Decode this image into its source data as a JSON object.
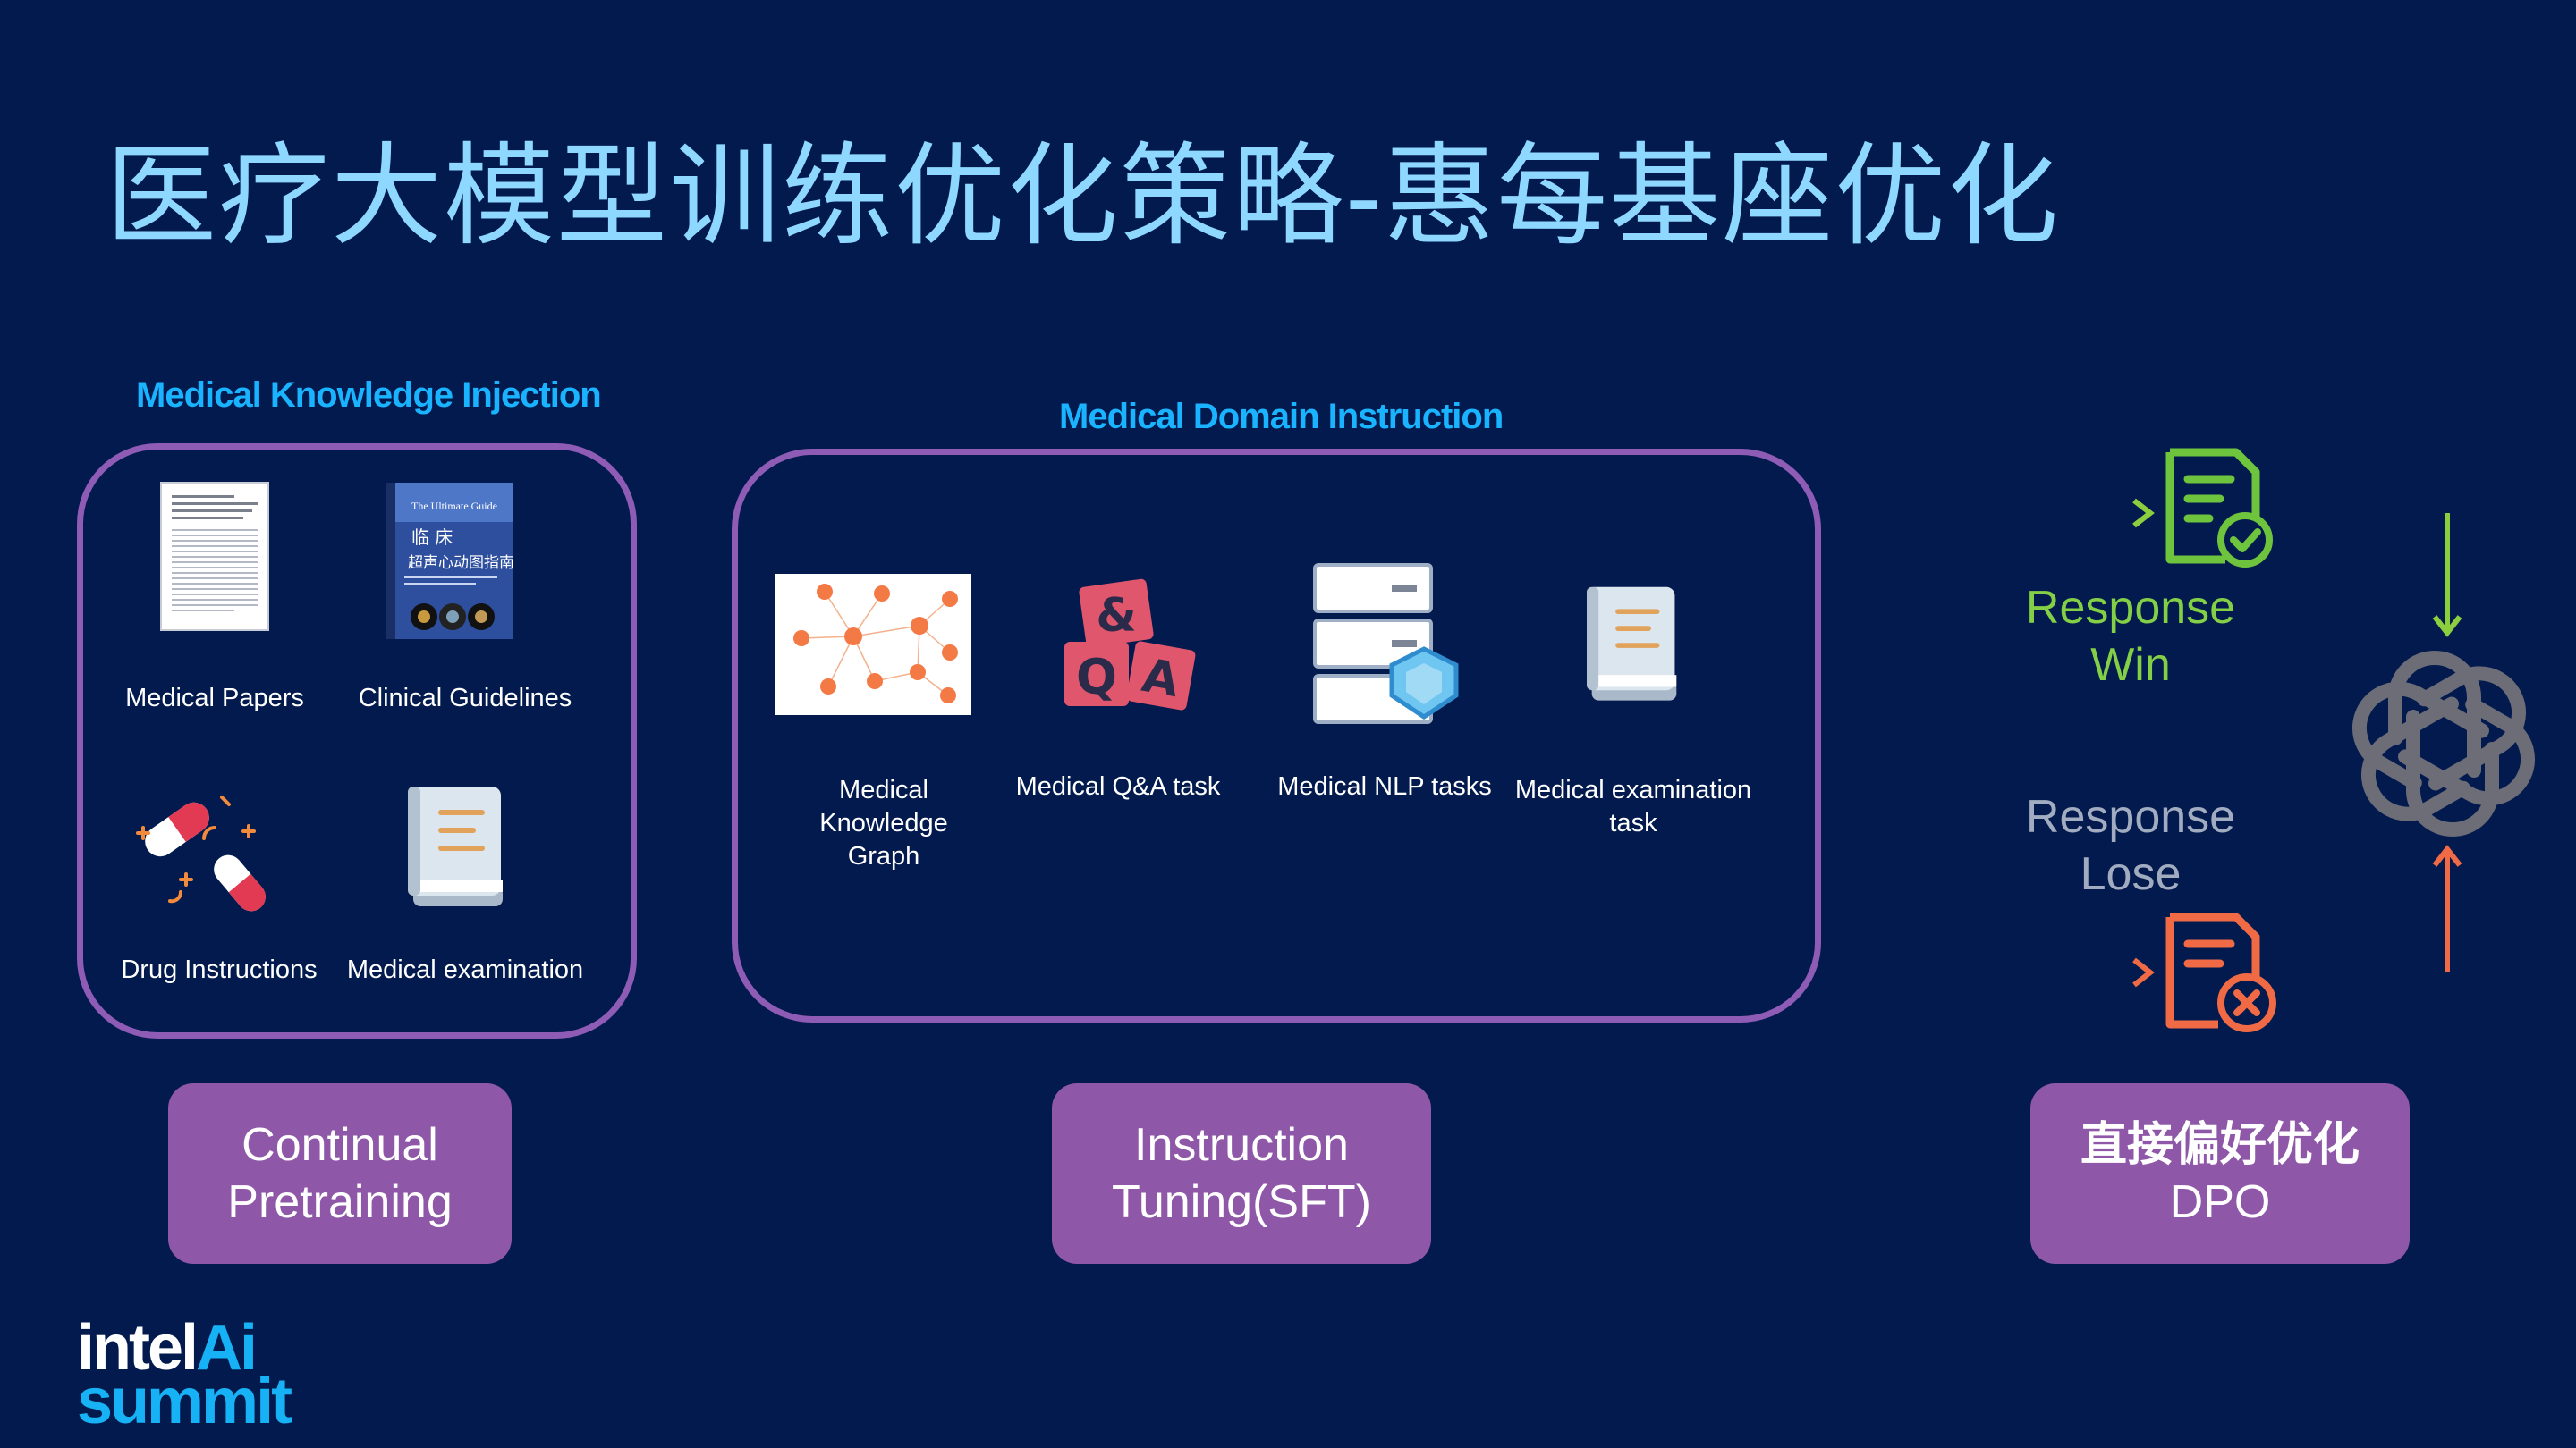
{
  "title": "医疗大模型训练优化策略-惠每基座优化",
  "sections": {
    "knowledge": {
      "label": "Medical Knowledge Injection",
      "items": [
        {
          "label": "Medical Papers",
          "icon": "paper-document-icon"
        },
        {
          "label": "Clinical Guidelines",
          "icon": "guideline-book-icon"
        },
        {
          "label": "Drug Instructions",
          "icon": "pills-icon"
        },
        {
          "label": "Medical examination",
          "icon": "book-icon"
        }
      ]
    },
    "instruction": {
      "label": "Medical Domain Instruction",
      "items": [
        {
          "label": "Medical Knowledge Graph",
          "lines": [
            "Medical",
            "Knowledge",
            "Graph"
          ],
          "icon": "knowledge-graph-icon"
        },
        {
          "label": "Medical Q&A task",
          "icon": "qa-blocks-icon"
        },
        {
          "label": "Medical NLP  tasks",
          "icon": "server-shield-icon"
        },
        {
          "label": "Medical examination task",
          "lines": [
            "Medical examination",
            "task"
          ],
          "icon": "book-icon"
        }
      ]
    }
  },
  "book_cover": {
    "subtitle": "The Ultimate Guide",
    "title_cn_1": "临  床",
    "title_cn_2": "超声心动图指南"
  },
  "stages": [
    {
      "line1": "Continual",
      "line2": "Pretraining"
    },
    {
      "line1": "Instruction",
      "line2": "Tuning(SFT)"
    },
    {
      "line1": "直接偏好优化",
      "line2": "DPO"
    }
  ],
  "dpo": {
    "win_line1": "Response",
    "win_line2": "Win",
    "lose_line1": "Response",
    "lose_line2": "Lose",
    "win_icon": "document-check-icon",
    "lose_icon": "document-x-icon",
    "model_icon": "openai-logo-icon"
  },
  "logo": {
    "line1a": "intel",
    "line1b": "Ai",
    "line2": "summit"
  },
  "colors": {
    "background": "#021a4d",
    "title": "#8ed8ff",
    "section_label": "#19b3ff",
    "panel_border": "#8e5bb5",
    "stage_bg": "#8e57a7",
    "win": "#83cf45",
    "lose_orange": "#ef6a45",
    "lose_pink": "#d93aa8"
  }
}
